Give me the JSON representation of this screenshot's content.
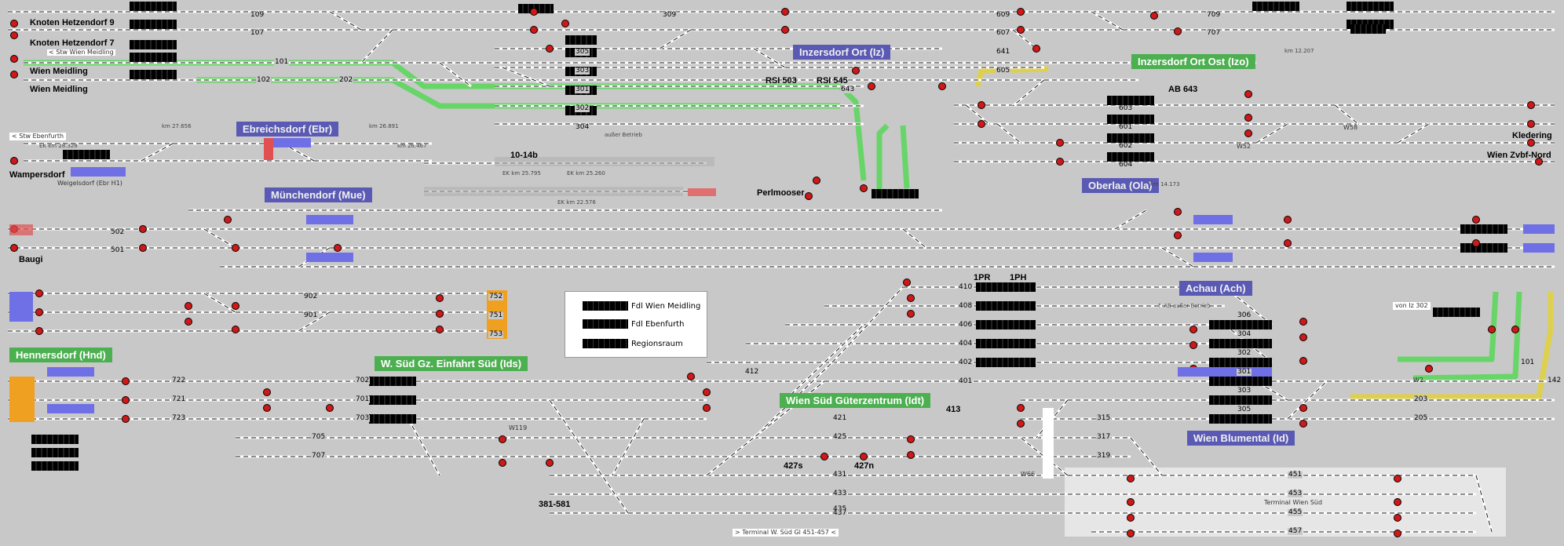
{
  "window": {
    "title": "Stellwerk Wien Süd / Inzersdorf Übersicht"
  },
  "stations": {
    "knoten9": "Knoten Hetzendorf 9",
    "knoten7": "Knoten Hetzendorf 7",
    "stw_wien_meidling": "< Stw Wien Meidling",
    "wien_meidling_1": "Wien Meidling",
    "wien_meidling_2": "Wien Meidling",
    "inzersdorf_ort": "Inzersdorf Ort (Iz)",
    "inzersdorf_ort_ost": "Inzersdorf Ort Ost (Izo)",
    "ebreichsdorf": "Ebreichsdorf (Ebr)",
    "stw_ebenfurth": "< Stw Ebenfurth",
    "wampersdorf": "Wampersdorf",
    "weigelsdorf": "Weigelsdorf (Ebr H1)",
    "muenchendorf": "Münchendorf (Mue)",
    "baugi": "Baugi",
    "oberlaa": "Oberlaa (Ola)",
    "kledering": "Kledering",
    "wien_zvbf_nord": "Wien Zvbf-Nord",
    "perlmooser": "Perlmooser",
    "achau": "Achau (Ach)",
    "hennersdorf": "Hennersdorf (Hnd)",
    "wsued_gz": "W. Süd Gz. Einfahrt Süd (Ids)",
    "wien_sued_gz": "Wien Süd Güterzentrum (Idt)",
    "wien_blumental": "Wien Blumental (Id)",
    "terminal": "Terminal Wien Süd",
    "terminal_link": "> Terminal W. Süd Gl 451-457 <",
    "von_iz": "von Iz 302",
    "ab_auser": "↑ AB außer Betrieb",
    "auser_betrieb": "außer Betrieb"
  },
  "labels": {
    "rsi503": "RSI 503",
    "rsi545": "RSI 545",
    "ab643": "AB 643",
    "l1014": "10-14b",
    "l381": "381-581",
    "l427s": "427s",
    "l427n": "427n",
    "l413": "413",
    "l1pr": "1PR",
    "l1ph": "1PH",
    "w66": "W66",
    "w119": "W119",
    "w52": "W52",
    "w58": "W58",
    "w2": "W2"
  },
  "km": {
    "k1": "km 27.656",
    "k2": "km 26.891",
    "k3": "km 26.467",
    "k4": "EK km 28.328",
    "k5": "EK km 25.795",
    "k6": "EK km 25.260",
    "k7": "EK km 22.576",
    "k8": "km 14.173",
    "k9": "km 12.207"
  },
  "track_numbers": {
    "t109": "109",
    "t107": "107",
    "t101": "101",
    "t102": "102",
    "t202": "202",
    "t309": "309",
    "t305": "305",
    "t303": "303",
    "t301": "301",
    "t302": "302",
    "t304": "304",
    "t609": "609",
    "t607": "607",
    "t641": "641",
    "t643": "643",
    "t605": "605",
    "t709": "709",
    "t707": "707",
    "t502": "502",
    "t501": "501",
    "t902": "902",
    "t901": "901",
    "t752": "752",
    "t751": "751",
    "t753": "753",
    "t722": "722",
    "t721": "721",
    "t723": "723",
    "t702": "702",
    "t701": "701",
    "t703": "703",
    "t705": "705",
    "t707b": "707",
    "t410": "410",
    "t408": "408",
    "t406": "406",
    "t404": "404",
    "t402": "402",
    "t401": "401",
    "t412": "412",
    "t306": "306",
    "t304b": "304",
    "t302b": "302",
    "t301b": "301",
    "t303b": "303",
    "t305b": "305",
    "t421": "421",
    "t425": "425",
    "t431": "431",
    "t433": "433",
    "t435": "435",
    "t437": "437",
    "t315": "315",
    "t317": "317",
    "t319": "319",
    "t451": "451",
    "t453": "453",
    "t455": "455",
    "t457": "457",
    "t603": "603",
    "t601": "601",
    "t602": "602",
    "t604": "604",
    "t203": "203",
    "t205": "205",
    "t142": "142",
    "t101b": "101"
  },
  "legend": {
    "row1": "Fdl Wien Meidling",
    "row2": "Fdl Ebenfurth",
    "row3": "Regionsraum"
  },
  "colors": {
    "background": "#c8c8c8",
    "track": "#ffffff",
    "route_green": "#5cd65c",
    "route_yellow": "#e0d040",
    "signal_red": "#d01818",
    "station_blue": "#5a5ab4",
    "station_green": "#4caf50",
    "block": "#000000"
  }
}
